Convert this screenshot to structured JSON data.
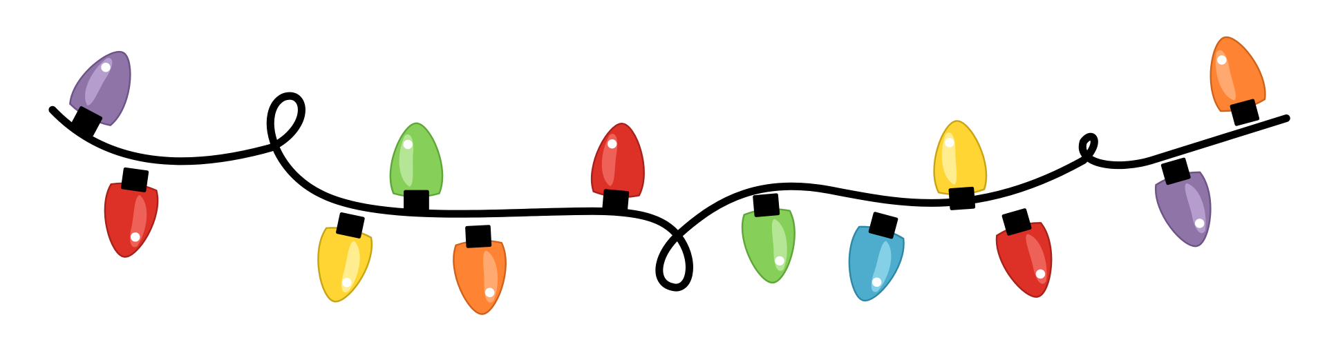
{
  "illustration": {
    "wire_color": "#000000",
    "socket_color": "#000000",
    "bulbs": [
      {
        "color": "purple",
        "fill": "#8f74a8",
        "highlight": "#b9a3d0",
        "stroke": "#6d5386"
      },
      {
        "color": "red",
        "fill": "#dd3127",
        "highlight": "#f0675e",
        "stroke": "#a8221b"
      },
      {
        "color": "yellow",
        "fill": "#fed532",
        "highlight": "#fff09a",
        "stroke": "#c9a514"
      },
      {
        "color": "green",
        "fill": "#86d05a",
        "highlight": "#b9e89b",
        "stroke": "#5ea638"
      },
      {
        "color": "orange",
        "fill": "#fe8433",
        "highlight": "#ffad78",
        "stroke": "#d0621b"
      },
      {
        "color": "red",
        "fill": "#dd3127",
        "highlight": "#f0675e",
        "stroke": "#a8221b"
      },
      {
        "color": "green",
        "fill": "#86d05a",
        "highlight": "#b9e89b",
        "stroke": "#5ea638"
      },
      {
        "color": "blue",
        "fill": "#4eaccc",
        "highlight": "#8ad4ea",
        "stroke": "#2f87a6"
      },
      {
        "color": "yellow",
        "fill": "#fed532",
        "highlight": "#fff09a",
        "stroke": "#c9a514"
      },
      {
        "color": "red",
        "fill": "#dd3127",
        "highlight": "#f0675e",
        "stroke": "#a8221b"
      },
      {
        "color": "purple",
        "fill": "#8f74a8",
        "highlight": "#b9a3d0",
        "stroke": "#6d5386"
      },
      {
        "color": "orange",
        "fill": "#fe8433",
        "highlight": "#ffad78",
        "stroke": "#d0621b"
      }
    ]
  }
}
